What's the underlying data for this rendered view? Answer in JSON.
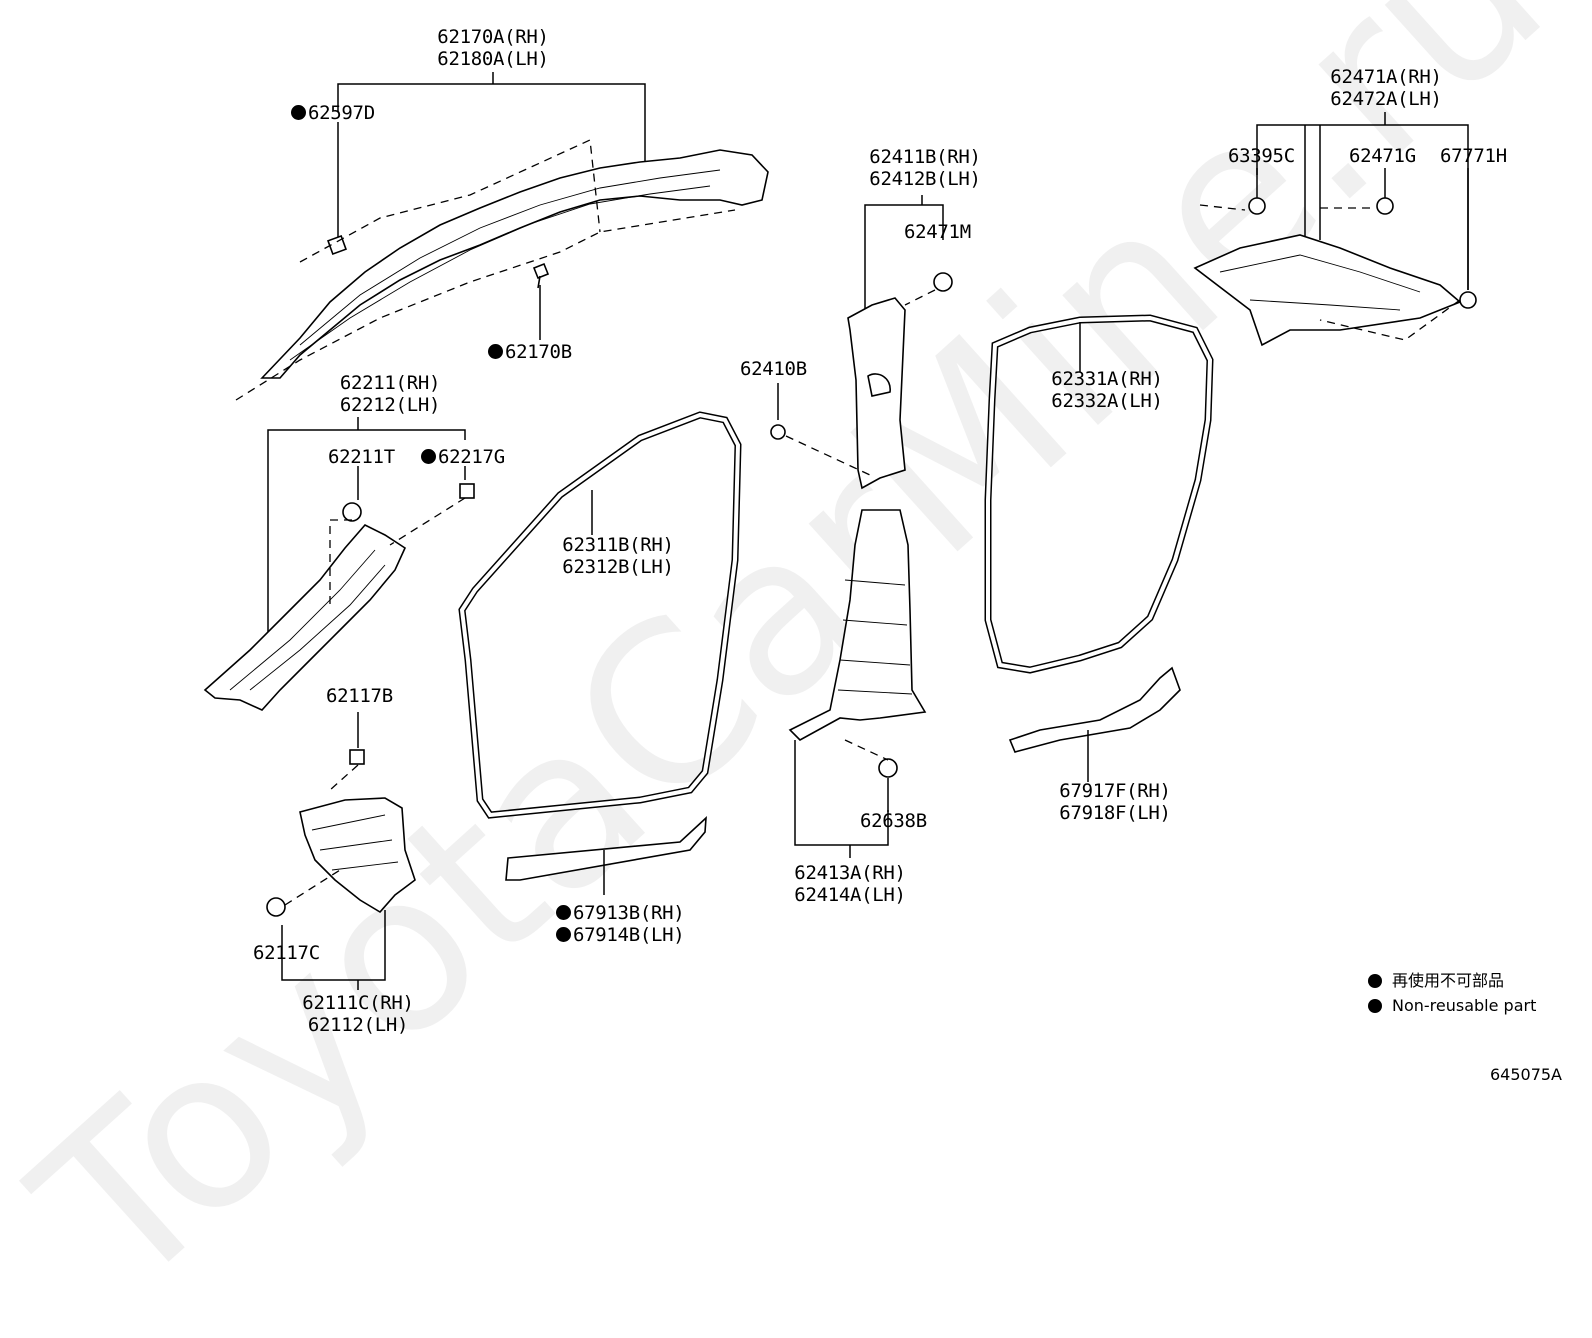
{
  "watermark": "ToyotaCarMine.ru",
  "labels": {
    "l62170a": "62170A(RH)",
    "l62180a": "62180A(LH)",
    "l62597d": "62597D",
    "l62170b": "62170B",
    "l62211": "62211(RH)",
    "l62212": "62212(LH)",
    "l62211t": "62211T",
    "l62217g": "62217G",
    "l62117b": "62117B",
    "l62117c": "62117C",
    "l62111c": "62111C(RH)",
    "l62112": "62112(LH)",
    "l62311b": "62311B(RH)",
    "l62312b": "62312B(LH)",
    "l67913b": "67913B(RH)",
    "l67914b": "67914B(LH)",
    "l62411b": "62411B(RH)",
    "l62412b": "62412B(LH)",
    "l62471m": "62471M",
    "l62410b": "62410B",
    "l62638b": "62638B",
    "l62413a": "62413A(RH)",
    "l62414a": "62414A(LH)",
    "l62471a": "62471A(RH)",
    "l62472a": "62472A(LH)",
    "l63395c": "63395C",
    "l62471g": "62471G",
    "l67771h": "67771H",
    "l62331a": "62331A(RH)",
    "l62332a": "62332A(LH)",
    "l67917f": "67917F(RH)",
    "l67918f": "67918F(LH)"
  },
  "legend": {
    "jp": "再使用不可部品",
    "en": "Non-reusable part"
  },
  "diagram_code": "645075A"
}
